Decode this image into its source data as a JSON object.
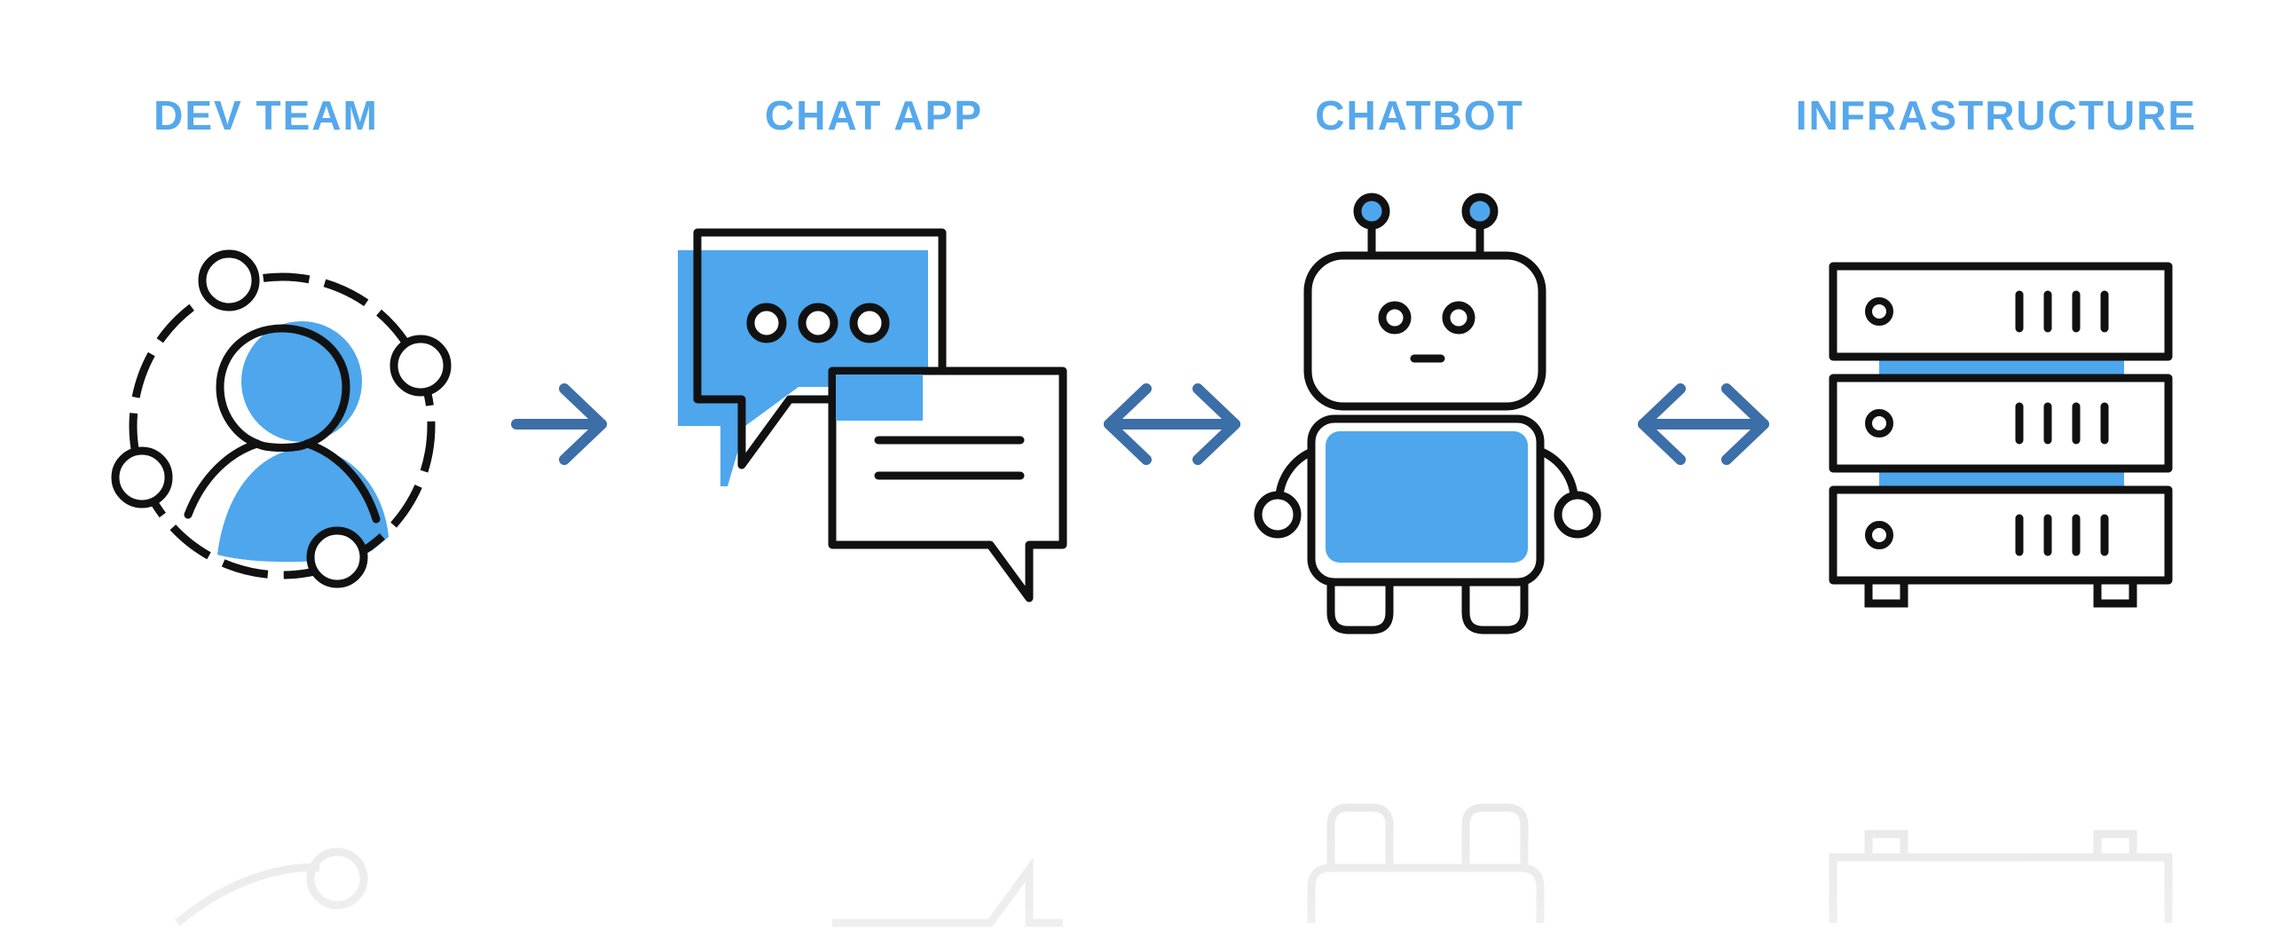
{
  "labels": {
    "dev_team": "DEV TEAM",
    "chat_app": "CHAT APP",
    "chatbot": "CHATBOT",
    "infrastructure": "INFRASTRUCTURE"
  },
  "icons": {
    "dev_team": "team-network-icon",
    "chat_app": "chat-bubbles-icon",
    "chatbot": "robot-icon",
    "infrastructure": "server-rack-icon"
  },
  "arrows": [
    "right-arrow-icon",
    "double-arrow-icon",
    "double-arrow-icon"
  ],
  "colors": {
    "accent": "#56a8ec",
    "icon_fill": "#4ea6ec",
    "arrow": "#3c6ea8",
    "stroke": "#111111",
    "background": "#ffffff"
  }
}
